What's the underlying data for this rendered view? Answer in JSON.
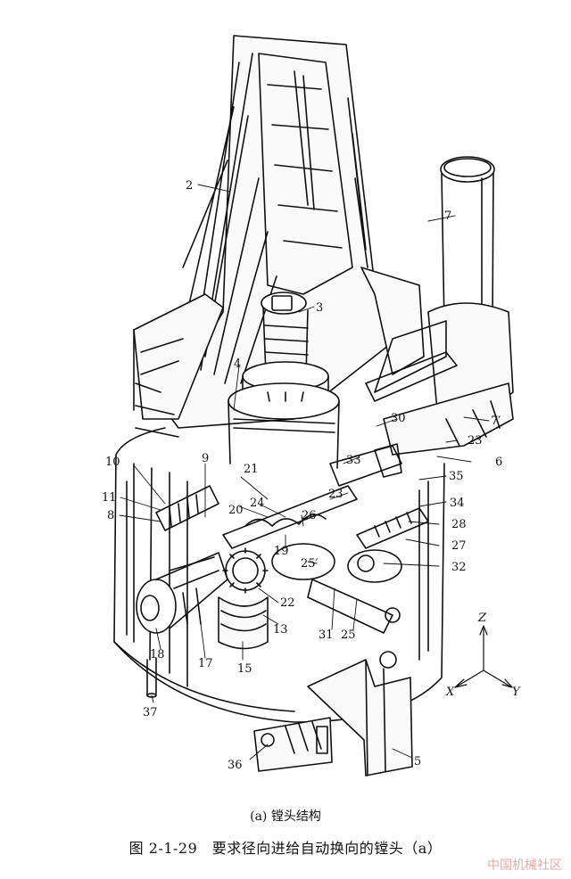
{
  "figure": {
    "subcaption": "(a) 镗头结构",
    "caption": "图 2-1-29　要求径向进给自动换向的镗头（a）",
    "axes": {
      "z": "Z",
      "x": "X",
      "y": "Y"
    },
    "part_labels": {
      "p2": "2",
      "p3": "3",
      "p4": "4",
      "p5": "5",
      "p6": "6",
      "p7": "7",
      "p7p": "7′",
      "p8": "8",
      "p9": "9",
      "p10": "10",
      "p11": "11",
      "p13": "13",
      "p15": "15",
      "p17": "17",
      "p18": "18",
      "p19": "19",
      "p20": "20",
      "p21": "21",
      "p22": "22",
      "p23a": "23",
      "p23b": "23",
      "p24": "24",
      "p25a": "25′",
      "p25b": "25",
      "p26": "26",
      "p27": "27",
      "p28": "28",
      "p30": "30",
      "p31": "31",
      "p32": "32",
      "p33": "33",
      "p34": "34",
      "p35": "35",
      "p36": "36",
      "p37": "37"
    }
  },
  "watermark": "中国机械社区"
}
